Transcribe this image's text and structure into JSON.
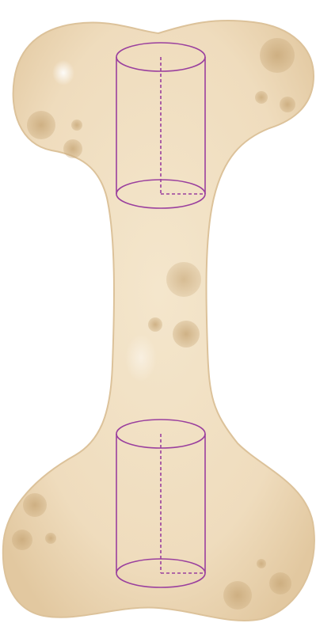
{
  "illustration": {
    "subject": "bone",
    "style": "watercolor",
    "fill_color": "#efdcbd",
    "edge_color": "#dcc29a",
    "spot_color": "#c9a97a",
    "highlight_color": "#ffffff"
  },
  "shapes": {
    "type": "cylinder",
    "count": 2,
    "stroke_color": "#9a3f9e",
    "radius_line": "dashed",
    "axis_line": "dashed"
  }
}
